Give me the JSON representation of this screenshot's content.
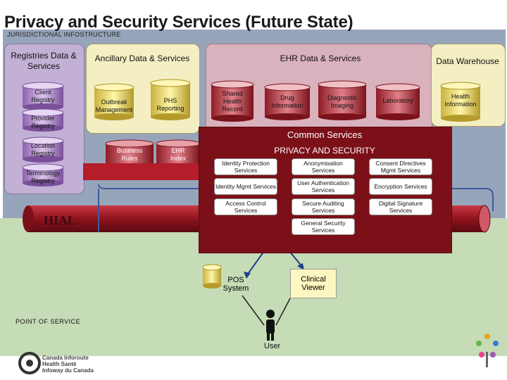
{
  "title": "Privacy and Security Services (Future State)",
  "subtitle": "JURISDICTIONAL INFOSTRUCTURE",
  "registries": {
    "header": "Registries Data & Services",
    "items": [
      "Client Registry",
      "Provider Registry",
      "Location Registry",
      "Terminology Registry"
    ]
  },
  "ancillary": {
    "header": "Ancillary Data & Services",
    "items": [
      "Outbreak Management",
      "PHS Reporting",
      "Business Rules",
      "EHR Index"
    ]
  },
  "ehr": {
    "header": "EHR Data & Services",
    "items": [
      "Shared Health Record",
      "Drug Information",
      "Diagnostic Imaging",
      "Laboratory"
    ]
  },
  "warehouse": {
    "header": "Data Warehouse",
    "items": [
      "Health Information"
    ]
  },
  "common_services": {
    "title": "Common Services",
    "privacy_title": "PRIVACY AND SECURITY",
    "services": [
      "Identity Protection Services",
      "Anonymisation Services",
      "Consent Directives Mgmt Services",
      "Identity Mgmt Services",
      "User Authentication Services",
      "Encryption Services",
      "Access Control Services",
      "Secure Auditing Services",
      "Digital Signature Services",
      "General Security Services"
    ]
  },
  "hial": "HIAL",
  "point_of_service": {
    "label": "POINT OF SERVICE",
    "pos_system": "POS System",
    "clinical_viewer": "Clinical Viewer",
    "user": "User"
  },
  "logo": {
    "line1": "Canada   Inforoute",
    "line2": "Health   Santé",
    "line3": "Infoway  du Canada"
  },
  "colors": {
    "infra_bg": "#97a5ba",
    "pos_bg": "#c5dcb6",
    "registries": "#c2b0d5",
    "ancillary": "#f4efc3",
    "ehr": "#d9b2bd",
    "common_services": "#7c1018",
    "hial_bus": "#b51d2a"
  }
}
